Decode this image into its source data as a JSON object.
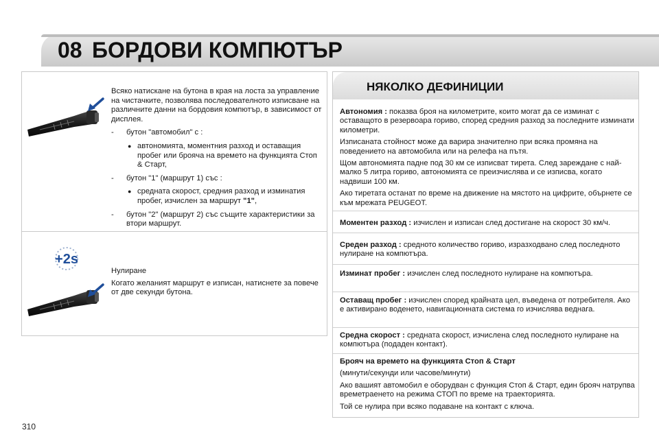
{
  "header": {
    "chapter_number": "08",
    "chapter_title": "БОРДОВИ КОМПЮТЪР"
  },
  "left": {
    "intro": "Всяко натискане на бутона в края на лоста за управление на чистачките, позволява последователното изписване на различните данни на бордовия компютър, в зависимост от дисплея.",
    "items": [
      {
        "text": "бутон \"автомобил\" с :",
        "sub": "автономията, моментния разход и оставащия пробег или брояча на времето на функцията Стоп & Старт,"
      },
      {
        "text": "бутон \"1\" (маршрут 1) със :",
        "sub": "средната скорост, средния разход и изминатия пробег, изчислен за маршрут",
        "sub_bold": "\"1\"",
        "sub_end": ","
      },
      {
        "text": "бутон \"2\" (маршрут 2) със същите характеристики за втори маршрут."
      }
    ],
    "reset_title": "Нулиране",
    "reset_text": "Когато желаният маршрут е изписан, натиснете за повече от две секунди бутона.",
    "badge_text": "+2s"
  },
  "right": {
    "title": "НЯКОЛКО ДЕФИНИЦИИ",
    "definitions": {
      "autonomy_term": "Автономия :",
      "autonomy_text": " показва броя на километрите, които могат да се изминат с оставащото в резервоара гориво, според средния разход за последните изминати километри.",
      "autonomy_p2": "Изписаната стойност може да варира значително при всяка промяна на поведението на автомобила или на релефа на пътя.",
      "autonomy_p3": "Щом автономията падне под 30 км се изписват тирета. След зареждане с най-малко 5 литра гориво, автономията се преизчислява и се изписва, когато надвиши 100 км.",
      "autonomy_p4": "Ако тиретата останат по време на движение на мястото на цифрите, обърнете се към мрежата PEUGEOT.",
      "instant_term": "Моментен разход :",
      "instant_text": " изчислен и изписан след достигане на скорост 30 км/ч.",
      "avg_cons_term": "Среден разход :",
      "avg_cons_text": " средното количество гориво, изразходвано след последното нулиране на компютъра.",
      "distance_term": "Изминат пробег :",
      "distance_text": " изчислен след последното нулиране на компютъра.",
      "remaining_term": "Оставащ пробег :",
      "remaining_text": " изчислен според крайната цел, въведена от потребителя. Ако е активирано воденето, навигационната система го изчислява веднага.",
      "avg_speed_term": "Средна скорост :",
      "avg_speed_text": " средната скорост, изчислена след последното нулиране на компютъра (подаден контакт).",
      "ss_title": "Брояч на времето на функцията Стоп & Старт",
      "ss_unit": "(минути/секунди или часове/минути)",
      "ss_text": "Ако вашият автомобил е оборудван с функция Стоп & Старт, един брояч натрупва времетраенето на режима СТОП по време на траекторията.",
      "ss_reset": "Той се нулира при всяко подаване на контакт с ключа."
    }
  },
  "footer": {
    "page_number": "310"
  }
}
